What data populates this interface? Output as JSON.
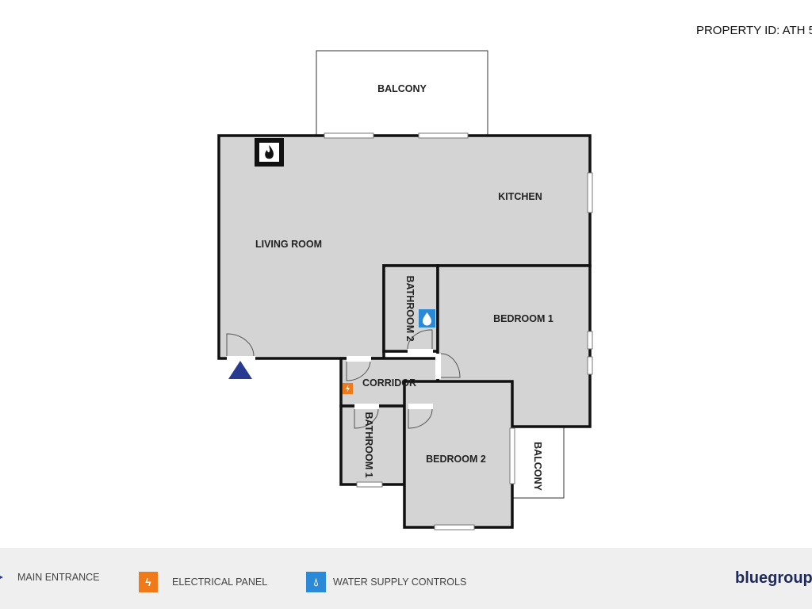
{
  "property_id": "PROPERTY ID: ATH 5",
  "rooms": {
    "balcony_top": "BALCONY",
    "kitchen": "KITCHEN",
    "living_room": "LIVING ROOM",
    "bathroom_2": "BATHROOM 2",
    "bedroom_1": "BEDROOM 1",
    "corridor": "CORRIDOR",
    "bathroom_1": "BATHROOM 1",
    "bedroom_2": "BEDROOM 2",
    "balcony_right": "BALCONY"
  },
  "legend": {
    "main_entrance": "MAIN ENTRANCE",
    "electrical_panel": "ELECTRICAL PANEL",
    "water_supply": "WATER SUPPLY CONTROLS"
  },
  "logo": "bluegroup",
  "colors": {
    "entrance": "#283a8f",
    "electrical": "#f07a1a",
    "water": "#2b8ad8",
    "room_fill": "#d4d4d4"
  },
  "icons": [
    "fireplace-icon",
    "water-drop-icon",
    "lightning-icon",
    "entrance-triangle-icon"
  ]
}
